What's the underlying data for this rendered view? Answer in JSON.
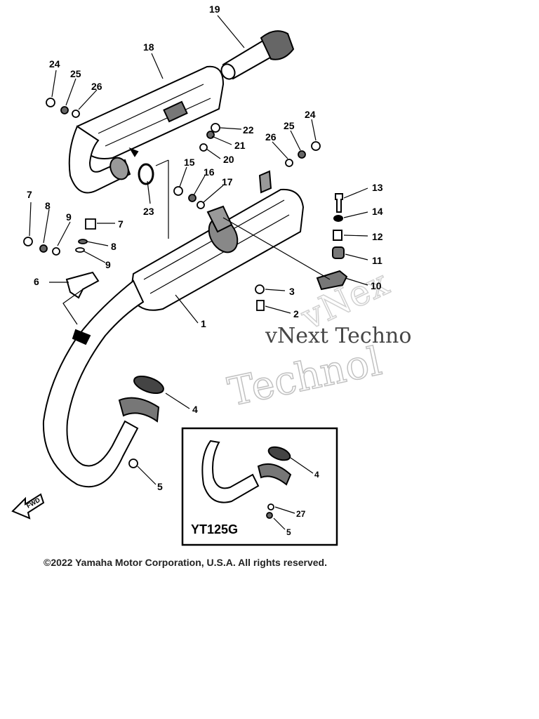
{
  "diagram": {
    "callouts": [
      "1",
      "2",
      "3",
      "4",
      "5",
      "6",
      "7",
      "8",
      "9",
      "10",
      "11",
      "12",
      "13",
      "14",
      "15",
      "16",
      "17",
      "18",
      "19",
      "20",
      "21",
      "22",
      "23",
      "24",
      "25",
      "26",
      "27"
    ],
    "inset": {
      "title": "YT125G",
      "callouts": [
        "4",
        "27",
        "5"
      ]
    },
    "fwd_label": "FWD",
    "copyright": "©2022 Yamaha Motor Corporation, U.S.A. All rights reserved.",
    "watermark": {
      "line1": "vNext Techno",
      "line2": "Technol",
      "line3": "vNex"
    }
  }
}
